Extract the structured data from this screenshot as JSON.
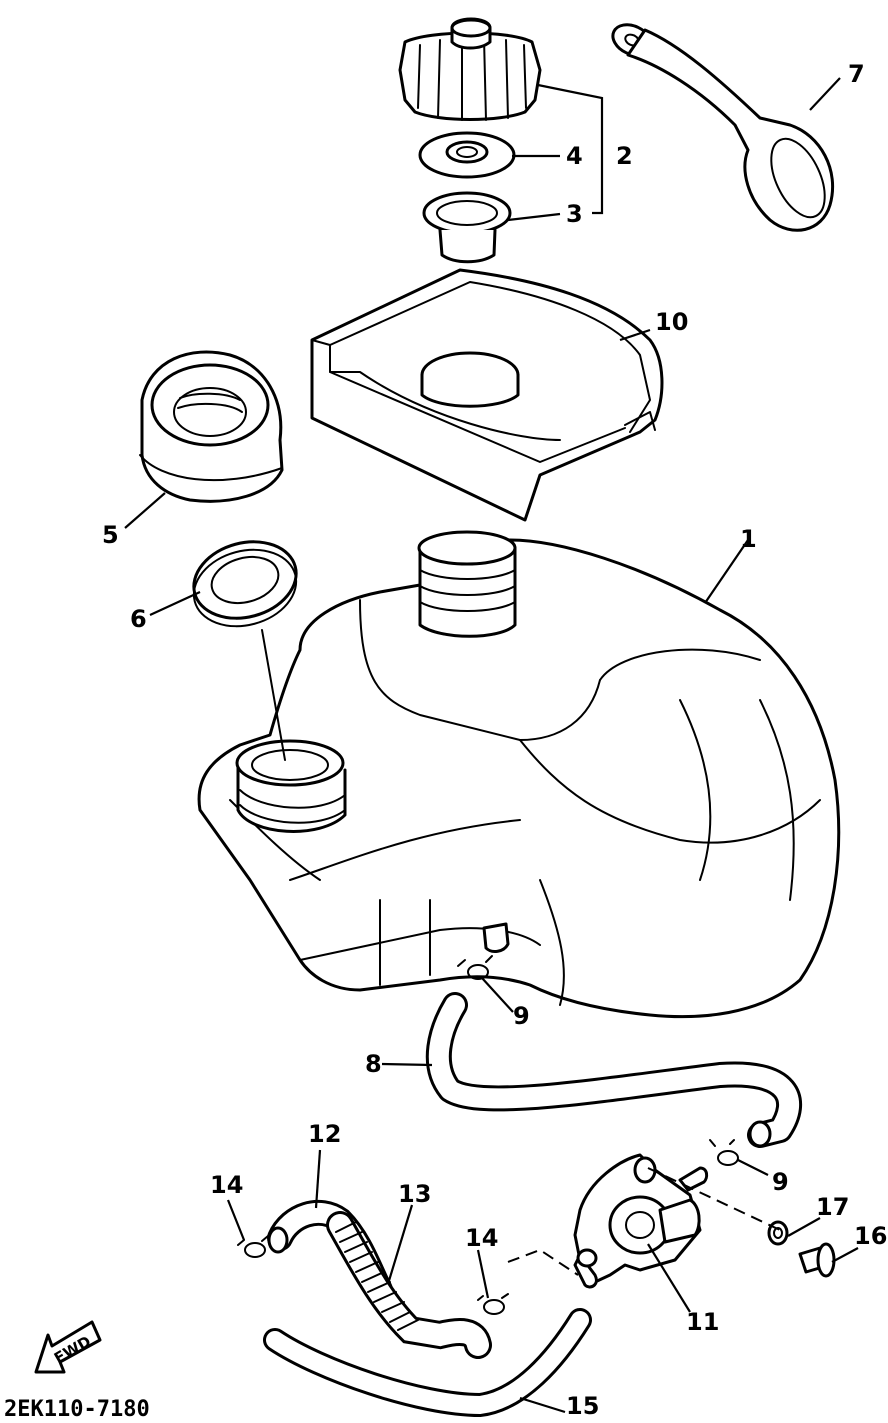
{
  "diagram": {
    "code": "2EK110-7180",
    "fwd_label": "FWD",
    "callouts": {
      "c1": "1",
      "c2": "2",
      "c3": "3",
      "c4": "4",
      "c5": "5",
      "c6": "6",
      "c7": "7",
      "c8": "8",
      "c9a": "9",
      "c9b": "9",
      "c10": "10",
      "c11": "11",
      "c12": "12",
      "c13": "13",
      "c14a": "14",
      "c14b": "14",
      "c15": "15",
      "c16": "16",
      "c17": "17"
    }
  }
}
